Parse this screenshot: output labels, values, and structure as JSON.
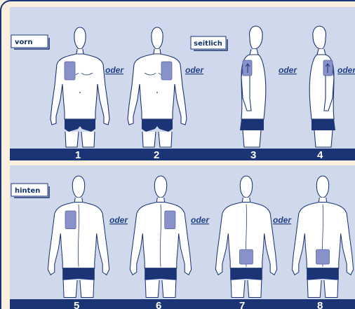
{
  "colors": {
    "background": "#fbf0df",
    "panel": "#d0d8ec",
    "band": "#1a3475",
    "patch": "#8892c8",
    "briefs": "#1a3475",
    "body_fill": "#ffffff",
    "outline": "#1a3475"
  },
  "panels": [
    {
      "label": "vorn",
      "oder_labels": [
        "oder",
        "oder"
      ],
      "figures": [
        {
          "number": "1",
          "view": "front",
          "patch": "right-chest"
        },
        {
          "number": "2",
          "view": "front",
          "patch": "left-chest"
        }
      ]
    },
    {
      "label": "seitlich",
      "oder_labels": [
        "oder",
        "oder"
      ],
      "figures": [
        {
          "number": "3",
          "view": "side-right",
          "patch": "upper-arm"
        },
        {
          "number": "4",
          "view": "side-left",
          "patch": "upper-arm"
        }
      ]
    },
    {
      "label": "hinten",
      "oder_labels": [
        "oder",
        "oder",
        "oder"
      ],
      "figures": [
        {
          "number": "5",
          "view": "back",
          "patch": "left-shoulder-blade"
        },
        {
          "number": "6",
          "view": "back",
          "patch": "right-shoulder-blade"
        },
        {
          "number": "7",
          "view": "back",
          "patch": "left-lower-back"
        },
        {
          "number": "8",
          "view": "back",
          "patch": "right-lower-back"
        }
      ]
    }
  ]
}
